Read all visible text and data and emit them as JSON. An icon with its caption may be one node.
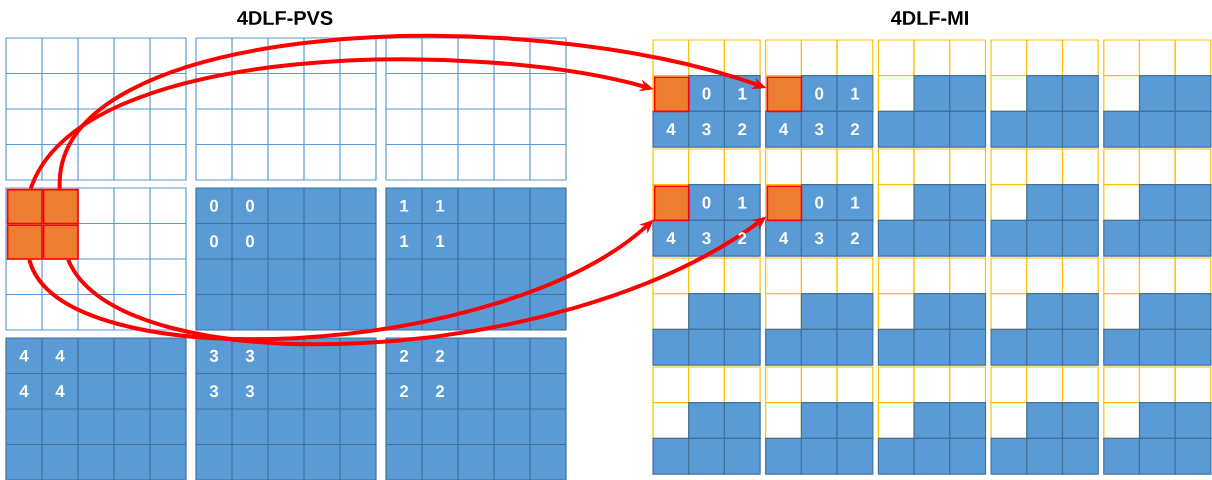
{
  "diagram": {
    "nodes": [
      {
        "text": [],
        "shape": "box"
      },
      {
        "text": [],
        "shape": "box"
      },
      {
        "text": [],
        "shape": "box"
      },
      {
        "text": [],
        "shape": "box"
      },
      {
        "text": [],
        "shape": "box"
      },
      {
        "text": [],
        "shape": "box"
      },
      {
        "text": [],
        "shape": "box"
      },
      {
        "text": [],
        "shape": "box"
      }
    ],
    "edges": [
      {
        "from": 0,
        "to": 4,
        "arrow": "to"
      },
      {
        "from": 1,
        "to": 5,
        "arrow": "to"
      },
      {
        "from": 2,
        "to": 6,
        "arrow": "to"
      },
      {
        "from": 3,
        "to": 7,
        "arrow": "to"
      }
    ],
    "labels": [
      "4DLF-PVS",
      "4DLF-MI",
      "0",
      "1",
      "0",
      "1",
      "4",
      "3",
      "2",
      "4",
      "3",
      "2",
      "0",
      "0",
      "1",
      "1",
      "0",
      "1",
      "0",
      "1",
      "0",
      "0",
      "1",
      "1",
      "4",
      "3",
      "2",
      "4",
      "3",
      "2",
      "4",
      "4",
      "3",
      "3",
      "2",
      "2",
      "4",
      "4",
      "3",
      "3",
      "2",
      "2"
    ]
  }
}
